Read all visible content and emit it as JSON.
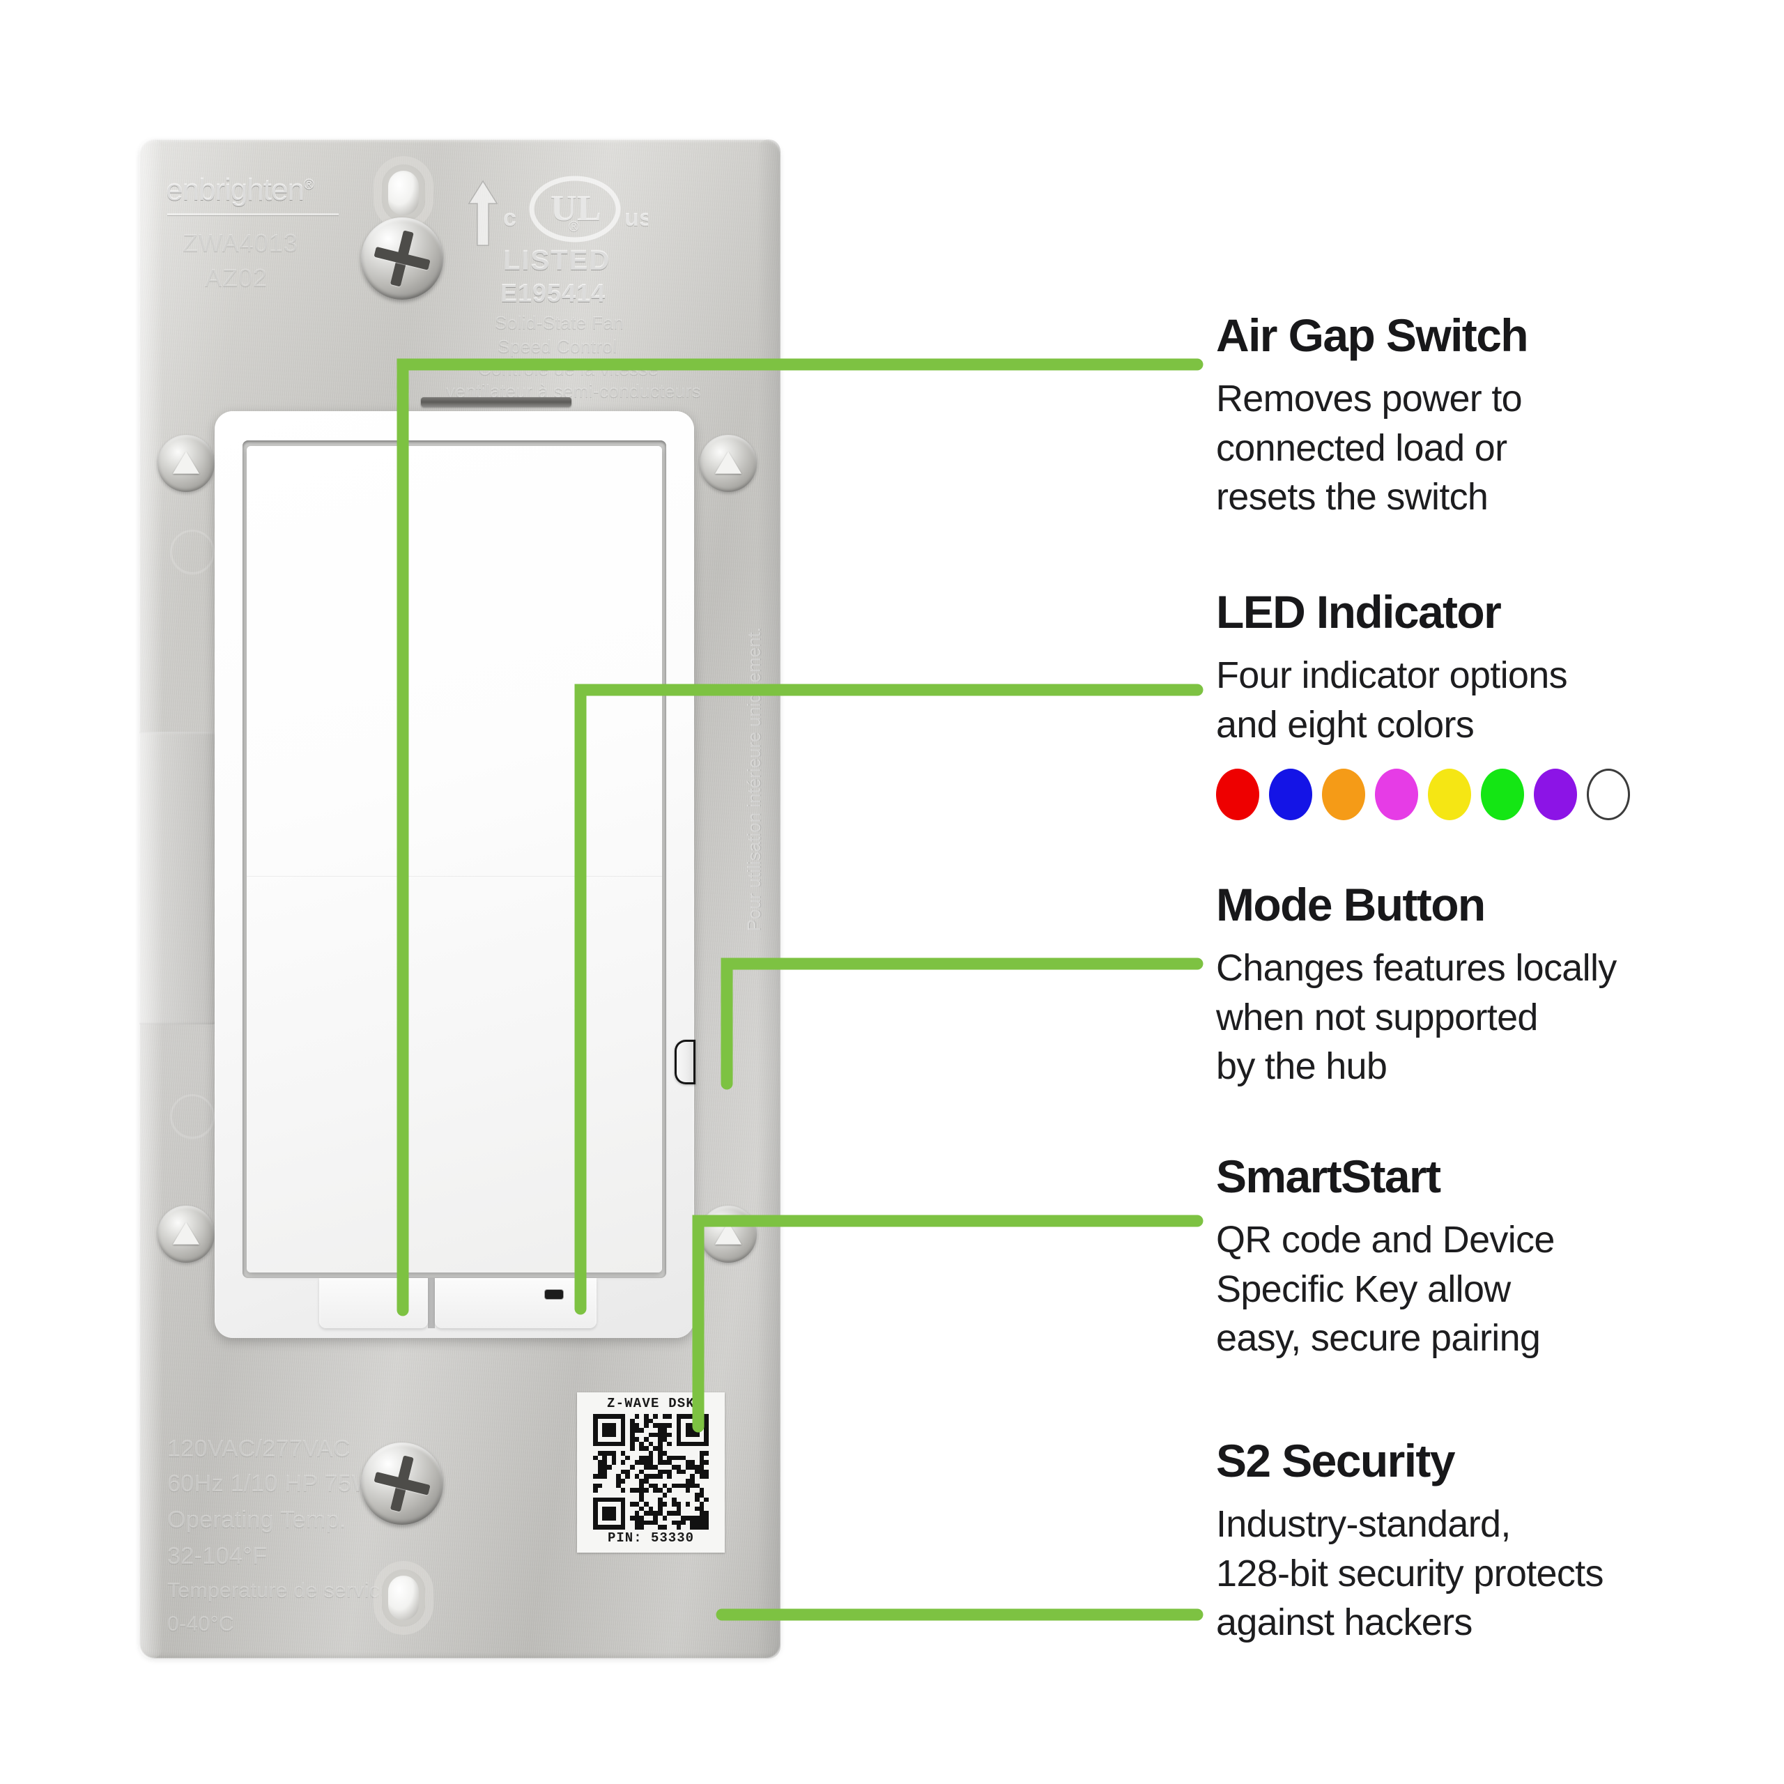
{
  "device": {
    "brand": "enbrighten",
    "brand_registered_mark": "®",
    "model_number": "ZWA4013",
    "revision_code": "AZ02",
    "ul_listed_label": "LISTED",
    "ul_file_number": "E195414",
    "ul_prefix": "c",
    "ul_suffix": "us",
    "ul_mark": "UL",
    "description_en_line1": "Solid-State Fan",
    "description_en_line2": "Speed Control",
    "description_fr_line1": "Contrôle de la vitesse",
    "description_fr_line2": "ventilateur à semi-conducteurs",
    "side_warning_fr": "Pour utilisation intérieure uniquement.",
    "spec_line1": "120VAC/277VAC",
    "spec_line2": "60Hz 1/10 HP 75W MAX",
    "spec_line3": "Operating Temp.",
    "spec_line4": "32-104°F",
    "spec_line5": "Temperature de service",
    "spec_line6": "0-40°C",
    "qr_label": {
      "title": "Z-WAVE DSK",
      "pin_label": "PIN: 53330"
    }
  },
  "callouts": [
    {
      "id": "airgap",
      "title": "Air Gap Switch",
      "body": "Removes power to\nconnected load or\nresets the switch"
    },
    {
      "id": "led",
      "title": "LED Indicator",
      "body": "Four indicator options\nand eight colors"
    },
    {
      "id": "mode",
      "title": "Mode Button",
      "body": "Changes features locally\nwhen not supported\nby the hub"
    },
    {
      "id": "smartstart",
      "title": "SmartStart",
      "body": "QR code and Device\nSpecific Key allow\neasy, secure pairing"
    },
    {
      "id": "s2",
      "title": "S2 Security",
      "body": "Industry-standard,\n128-bit security protects\nagainst hackers"
    }
  ],
  "led_colors": [
    {
      "name": "red",
      "hex": "#EE0000",
      "outlined": false
    },
    {
      "name": "blue",
      "hex": "#1414E6",
      "outlined": false
    },
    {
      "name": "orange",
      "hex": "#F59B17",
      "outlined": false
    },
    {
      "name": "magenta",
      "hex": "#E63CE6",
      "outlined": false
    },
    {
      "name": "yellow",
      "hex": "#F5E614",
      "outlined": false
    },
    {
      "name": "green",
      "hex": "#14E614",
      "outlined": false
    },
    {
      "name": "purple",
      "hex": "#8C14E6",
      "outlined": false
    },
    {
      "name": "white",
      "hex": "#FFFFFF",
      "outlined": true
    }
  ],
  "theme": {
    "accent_green": "#7DC242",
    "text_color": "#1a1a1c",
    "background": "#FFFFFF"
  }
}
